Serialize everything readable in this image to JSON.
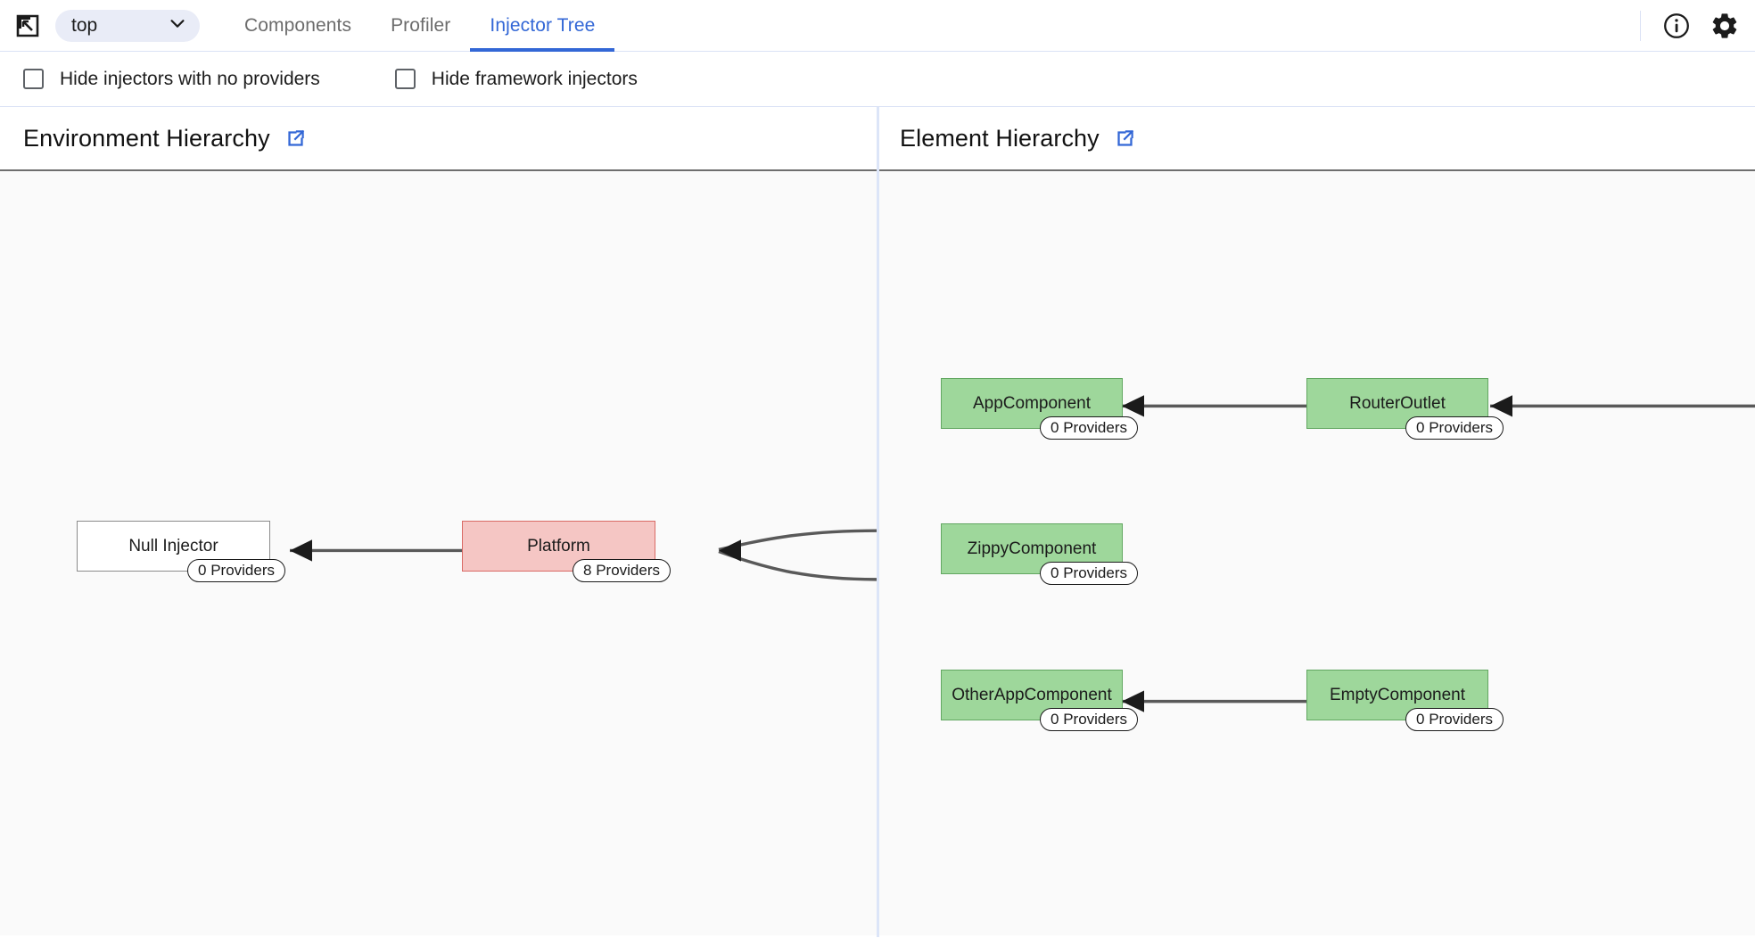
{
  "toolbar": {
    "inspect_icon": "inspect-element-icon",
    "frame_select": {
      "value": "top",
      "chevron_icon": "chevron-down-icon"
    },
    "tabs": [
      {
        "label": "Components",
        "active": false
      },
      {
        "label": "Profiler",
        "active": false
      },
      {
        "label": "Injector Tree",
        "active": true
      }
    ],
    "info_icon": "info-circle-icon",
    "settings_icon": "gear-icon",
    "accent_color": "#3367d6"
  },
  "filters": [
    {
      "label": "Hide injectors with no providers",
      "checked": false
    },
    {
      "label": "Hide framework injectors",
      "checked": false
    }
  ],
  "panels": {
    "environment": {
      "title": "Environment Hierarchy",
      "open_icon": "open-in-new-icon",
      "nodes": [
        {
          "label": "Null Injector",
          "providers": "0 Providers",
          "kind": "null"
        },
        {
          "label": "Platform",
          "providers": "8 Providers",
          "kind": "platform"
        }
      ]
    },
    "element": {
      "title": "Element Hierarchy",
      "open_icon": "open-in-new-icon",
      "nodes": [
        {
          "label": "AppComponent",
          "providers": "0 Providers"
        },
        {
          "label": "RouterOutlet",
          "providers": "0 Providers"
        },
        {
          "label": "ZippyComponent",
          "providers": "0 Providers"
        },
        {
          "label": "OtherAppComponent",
          "providers": "0 Providers"
        },
        {
          "label": "EmptyComponent",
          "providers": "0 Providers"
        }
      ]
    }
  },
  "colors": {
    "node_green_fill": "#9ed79b",
    "node_green_border": "#62a761",
    "node_pink_fill": "#f5c6c4",
    "node_pink_border": "#d96b66",
    "edge": "#595959",
    "divider": "#dce5f8"
  }
}
